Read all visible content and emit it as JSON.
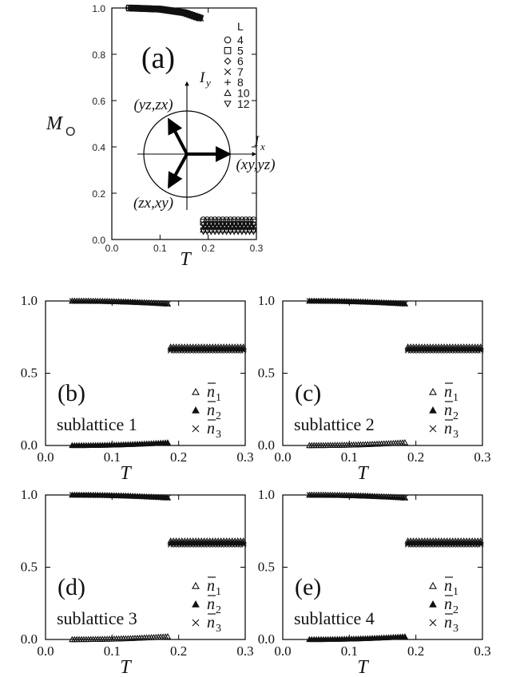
{
  "chart_data": [
    {
      "panel": "(a)",
      "type": "scatter",
      "xlabel": "T",
      "ylabel": "M",
      "ylabel_sub": "O",
      "xlim": [
        0.0,
        0.3
      ],
      "ylim": [
        0.0,
        1.0
      ],
      "xticks": [
        "0.0",
        "0.1",
        "0.2",
        "0.3"
      ],
      "yticks": [
        "0.0",
        "0.2",
        "0.4",
        "0.6",
        "0.8",
        "1.0"
      ],
      "legend_title": "L",
      "legend_position": "right",
      "transition_T": 0.185,
      "series": [
        {
          "name": "4",
          "marker": "circle",
          "low_value": 0.085
        },
        {
          "name": "5",
          "marker": "square",
          "low_value": 0.075
        },
        {
          "name": "6",
          "marker": "diamond",
          "low_value": 0.066
        },
        {
          "name": "7",
          "marker": "cross",
          "low_value": 0.058
        },
        {
          "name": "8",
          "marker": "plus",
          "low_value": 0.051
        },
        {
          "name": "10",
          "marker": "triangle",
          "low_value": 0.042
        },
        {
          "name": "12",
          "marker": "triangle-down",
          "low_value": 0.035
        }
      ],
      "high_phase": {
        "T_start": 0.035,
        "T_end": 0.185,
        "values_at": [
          [
            0.035,
            1.0
          ],
          [
            0.1,
            0.995
          ],
          [
            0.15,
            0.98
          ],
          [
            0.185,
            0.955
          ]
        ]
      },
      "inset": {
        "axis_x": "I",
        "axis_x_sub": "x",
        "axis_y": "I",
        "axis_y_sub": "y",
        "label_right": "(xy,yz)",
        "label_upper": "(yz,zx)",
        "label_lower": "(zx,xy)"
      }
    },
    {
      "panel": "(b)",
      "type": "scatter",
      "sublattice_label": "sublattice 1",
      "xlabel": "T",
      "xlim": [
        0.0,
        0.3
      ],
      "ylim": [
        0.0,
        1.0
      ],
      "xticks": [
        "0.0",
        "0.1",
        "0.2",
        "0.3"
      ],
      "yticks": [
        "0.0",
        "0.5",
        "1.0"
      ],
      "legend": [
        {
          "sym": "n",
          "sub": "1",
          "marker": "triangle"
        },
        {
          "sym": "n",
          "sub": "2",
          "marker": "triangle-filled"
        },
        {
          "sym": "n",
          "sub": "3",
          "marker": "cross"
        }
      ],
      "low_T_values": {
        "n1": [
          1.0,
          0.98
        ],
        "n2": [
          0.0,
          0.02
        ],
        "n3": [
          1.0,
          0.98
        ]
      },
      "high_T_value": 0.667
    },
    {
      "panel": "(c)",
      "type": "scatter",
      "sublattice_label": "sublattice 2",
      "xlabel": "T",
      "xlim": [
        0.0,
        0.3
      ],
      "ylim": [
        0.0,
        1.0
      ],
      "xticks": [
        "0.0",
        "0.1",
        "0.2",
        "0.3"
      ],
      "yticks": [
        "0.0",
        "0.5",
        "1.0"
      ],
      "legend": [
        {
          "sym": "n",
          "sub": "1",
          "marker": "triangle"
        },
        {
          "sym": "n",
          "sub": "2",
          "marker": "triangle-filled"
        },
        {
          "sym": "n",
          "sub": "3",
          "marker": "cross"
        }
      ],
      "low_T_values": {
        "n1": [
          0.0,
          0.02
        ],
        "n2": [
          1.0,
          0.98
        ],
        "n3": [
          1.0,
          0.98
        ]
      },
      "high_T_value": 0.667
    },
    {
      "panel": "(d)",
      "type": "scatter",
      "sublattice_label": "sublattice 3",
      "xlabel": "T",
      "xlim": [
        0.0,
        0.3
      ],
      "ylim": [
        0.0,
        1.0
      ],
      "xticks": [
        "0.0",
        "0.1",
        "0.2",
        "0.3"
      ],
      "yticks": [
        "0.0",
        "0.5",
        "1.0"
      ],
      "legend": [
        {
          "sym": "n",
          "sub": "1",
          "marker": "triangle"
        },
        {
          "sym": "n",
          "sub": "2",
          "marker": "triangle-filled"
        },
        {
          "sym": "n",
          "sub": "3",
          "marker": "cross"
        }
      ],
      "low_T_values": {
        "n1": [
          0.0,
          0.02
        ],
        "n2": [
          1.0,
          0.98
        ],
        "n3": [
          1.0,
          0.98
        ]
      },
      "high_T_value": 0.667
    },
    {
      "panel": "(e)",
      "type": "scatter",
      "sublattice_label": "sublattice 4",
      "xlabel": "T",
      "xlim": [
        0.0,
        0.3
      ],
      "ylim": [
        0.0,
        1.0
      ],
      "xticks": [
        "0.0",
        "0.1",
        "0.2",
        "0.3"
      ],
      "yticks": [
        "0.0",
        "0.5",
        "1.0"
      ],
      "legend": [
        {
          "sym": "n",
          "sub": "1",
          "marker": "triangle"
        },
        {
          "sym": "n",
          "sub": "2",
          "marker": "triangle-filled"
        },
        {
          "sym": "n",
          "sub": "3",
          "marker": "cross"
        }
      ],
      "low_T_values": {
        "n1": [
          1.0,
          0.98
        ],
        "n2": [
          0.0,
          0.02
        ],
        "n3": [
          1.0,
          0.98
        ]
      },
      "high_T_value": 0.667
    }
  ]
}
